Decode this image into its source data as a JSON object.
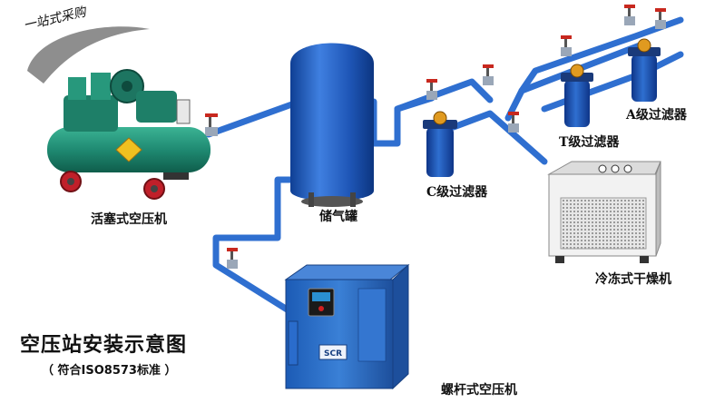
{
  "slogan": "一站式采购",
  "labels": {
    "piston_compressor": "活塞式空压机",
    "air_tank": "储气罐",
    "c_filter": "C级过滤器",
    "t_filter": "T级过滤器",
    "a_filter": "A级过滤器",
    "refrigerated_dryer": "冷冻式干燥机",
    "screw_compressor": "螺杆式空压机"
  },
  "title": "空压站安装示意图",
  "subtitle": "（ 符合ISO8573标准 ）",
  "screw_badge": "SCR",
  "colors": {
    "pipe": "#2f6fd0",
    "tank": "#1f57b8",
    "compressor": "#1f8a72",
    "screw_body": "#2b6fc9",
    "dryer": "#f2f2f2",
    "filter": "#1848a8",
    "valve": "#c8281e",
    "wheel": "#c0202a"
  }
}
